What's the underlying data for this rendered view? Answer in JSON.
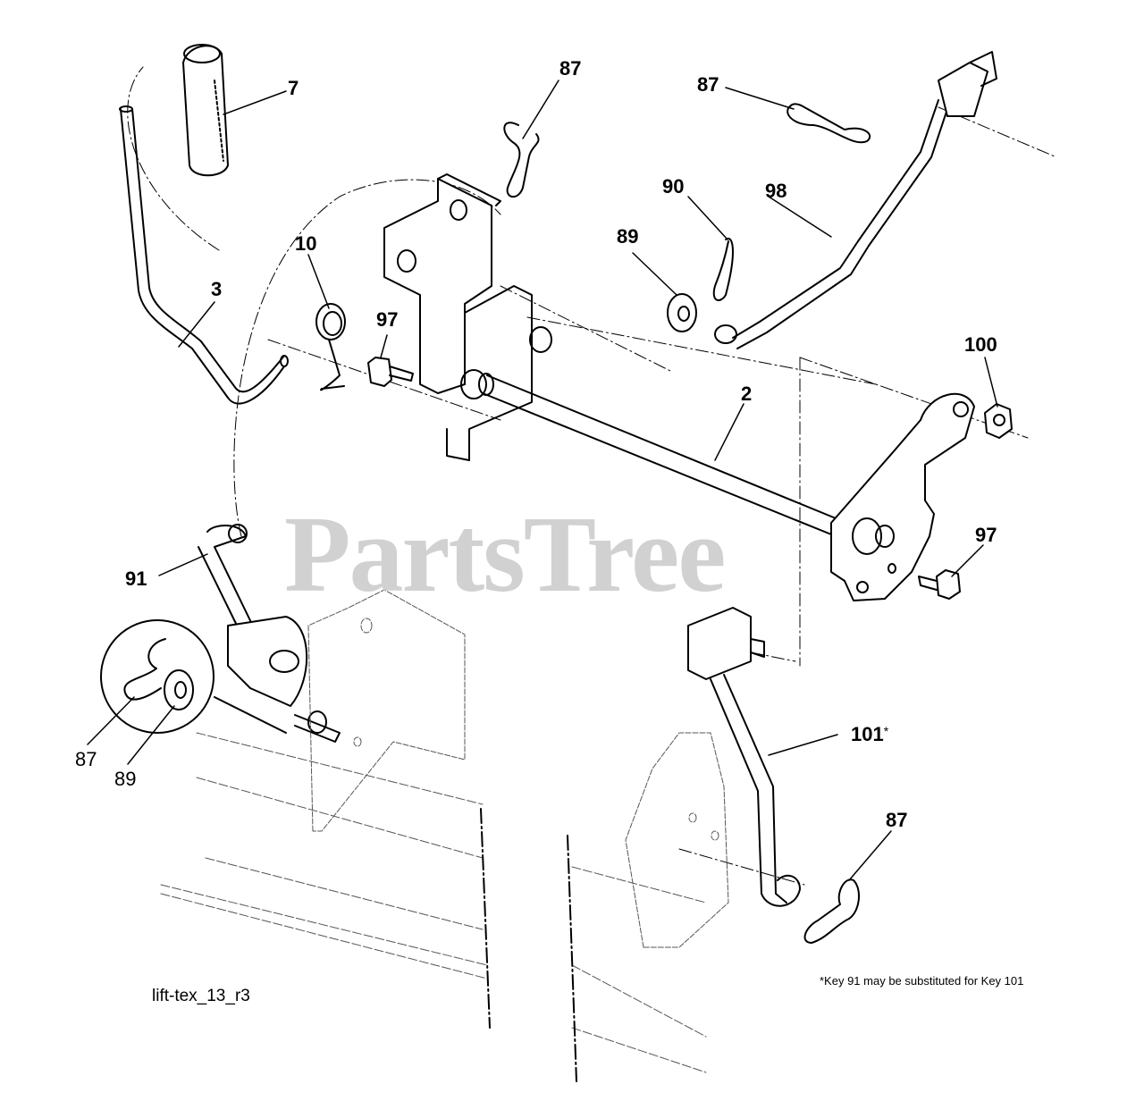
{
  "watermark": "PartsTree",
  "figure_id": "lift-tex_13_r3",
  "footnote": "*Key 91 may be substituted for Key 101",
  "callouts": {
    "c7": "7",
    "c87_top": "87",
    "c87_right": "87",
    "c90": "90",
    "c98": "98",
    "c10": "10",
    "c3": "3",
    "c89_top": "89",
    "c97_left": "97",
    "c100": "100",
    "c2": "2",
    "c97_right": "97",
    "c91": "91",
    "c87_detail": "87",
    "c89_detail": "89",
    "c101": "101",
    "c101_mark": "*",
    "c87_bottom": "87"
  }
}
